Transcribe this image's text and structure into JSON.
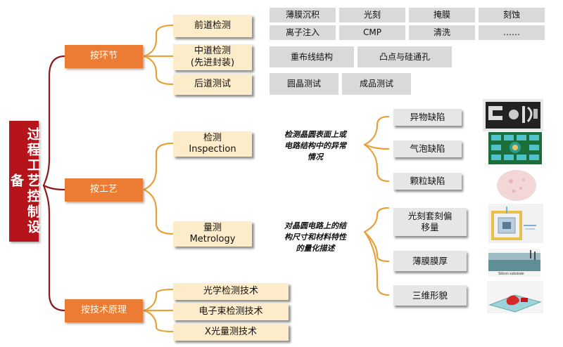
{
  "root": {
    "label": "过程工艺控制设备"
  },
  "level1": [
    {
      "label": "按环节"
    },
    {
      "label": "按工艺"
    },
    {
      "label": "按技术原理"
    }
  ],
  "stages": [
    {
      "label": "前道检测",
      "items": [
        "薄膜沉积",
        "光刻",
        "掩膜",
        "刻蚀",
        "离子注入",
        "CMP",
        "清洗",
        "……"
      ]
    },
    {
      "line1": "中道检测",
      "line2": "(先进封装)",
      "items": [
        "重布线结构",
        "凸点与硅通孔"
      ]
    },
    {
      "label": "后道测试",
      "items": [
        "圆晶测试",
        "成品测试"
      ]
    }
  ],
  "process": {
    "inspection": {
      "cn": "检测",
      "en": "Inspection",
      "desc": [
        "检测晶圆表面上或",
        "电路结构中的异常",
        "情况"
      ],
      "defects": [
        "异物缺陷",
        "气泡缺陷",
        "颗粒缺陷"
      ]
    },
    "metrology": {
      "cn": "量测",
      "en": "Metrology",
      "desc": [
        "对晶圆电路上的结",
        "构尺寸和材料特性",
        "的量化描述"
      ],
      "items": [
        {
          "line1": "光刻套刻偏",
          "line2": "移量"
        },
        {
          "label": "薄膜膜厚"
        },
        {
          "label": "三维形貌"
        }
      ],
      "image_caption": "Silicon substrate"
    }
  },
  "tech": [
    "光学检测技术",
    "电子束检测技术",
    "X光量测技术"
  ],
  "colors": {
    "root": "#b5141a",
    "accent": "#ec7b33",
    "connector_dark": "#8b1a1a",
    "connector": "#e8a03a",
    "cream": "#fdecc9"
  }
}
